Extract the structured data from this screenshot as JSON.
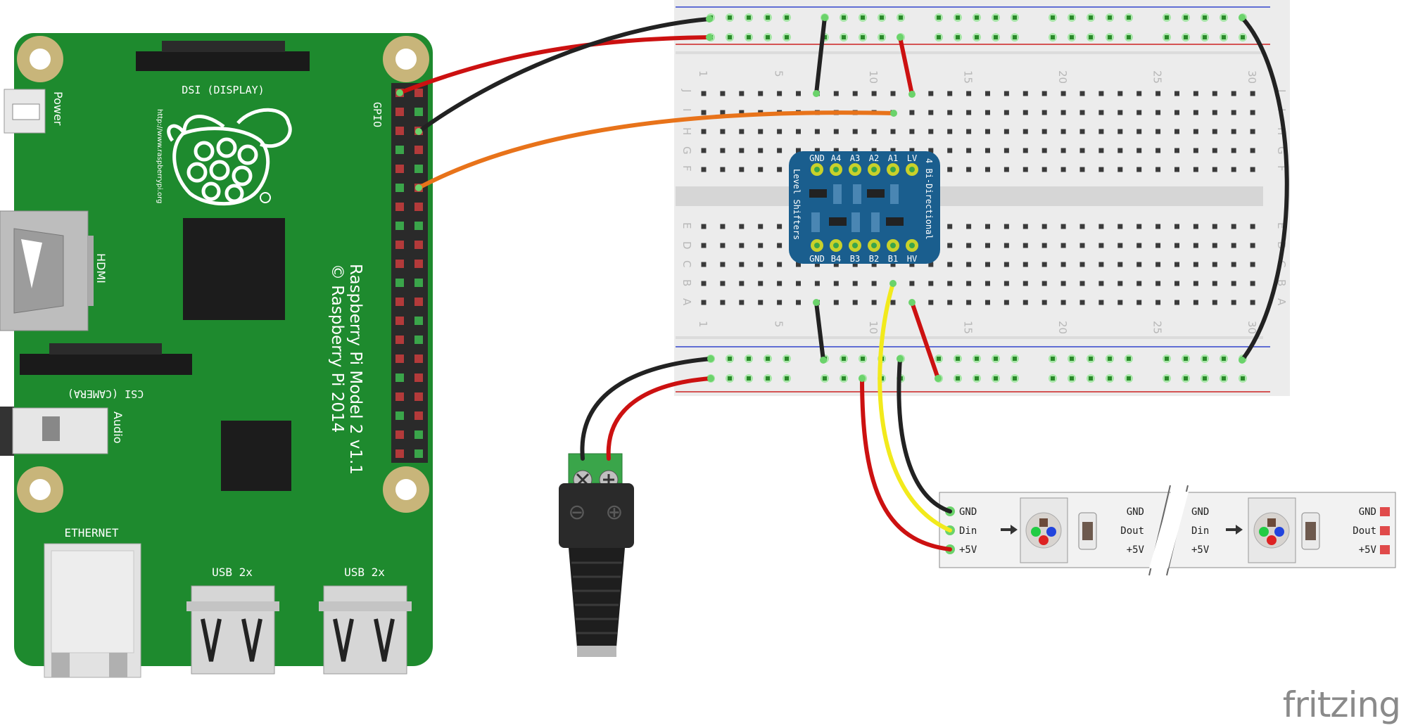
{
  "raspberry_pi": {
    "model_line1": "Raspberry Pi Model 2 v1.1",
    "model_line2": "© Raspberry Pi 2014",
    "url": "http://www.raspberrypi.org",
    "labels": {
      "dsi": "DSI (DISPLAY)",
      "csi": "CSI (CAMERA)",
      "gpio": "GPIO",
      "power": "Power",
      "hdmi": "HDMI",
      "audio": "Audio",
      "ethernet": "ETHERNET",
      "usb1": "USB 2x",
      "usb2": "USB 2x"
    }
  },
  "breadboard": {
    "column_numbers": [
      "1",
      "5",
      "10",
      "15",
      "20",
      "25",
      "30"
    ],
    "row_letters_top": [
      "J",
      "I",
      "H",
      "G",
      "F"
    ],
    "row_letters_bottom": [
      "E",
      "D",
      "C",
      "B",
      "A"
    ]
  },
  "level_shifter": {
    "top_pins": [
      "GND",
      "A4",
      "A3",
      "A2",
      "A1",
      "LV"
    ],
    "bottom_pins": [
      "GND",
      "B4",
      "B3",
      "B2",
      "B1",
      "HV"
    ],
    "side_label_1": "Level Shifters",
    "side_label_2": "4 Bi-Directional"
  },
  "led_strip": {
    "segment1_left": [
      "GND",
      "Din",
      "+5V"
    ],
    "segment1_right": [
      "GND",
      "Dout",
      "+5V"
    ],
    "segment2_left": [
      "GND",
      "Din",
      "+5V"
    ],
    "segment2_right": [
      "GND",
      "Dout",
      "+5V"
    ]
  },
  "dc_jack": {
    "minus": "⊖",
    "plus": "⊕"
  },
  "brand": "fritzing",
  "colors": {
    "pcb": "#1e8a2e",
    "wire_red": "#cc1111",
    "wire_black": "#222222",
    "wire_orange": "#e8731a",
    "wire_yellow": "#f2ea1c",
    "breadboard": "#ececec",
    "level_shifter": "#1a5e8e"
  }
}
